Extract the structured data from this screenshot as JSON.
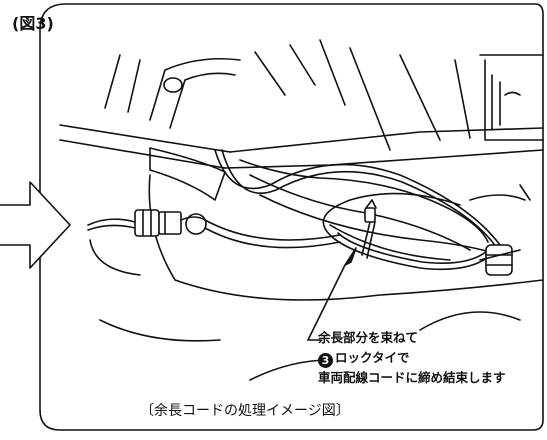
{
  "figure": {
    "label": "(図3)",
    "callout": {
      "line1": "余長部分を束ねて",
      "step_number": "3",
      "line2": "ロックタイで",
      "line3": "車両配線コードに締め結束します"
    },
    "caption": "〔余長コードの処理イメージ図〕"
  },
  "colors": {
    "line": "#111111",
    "background": "#ffffff"
  },
  "icons": {
    "pointer": "arrow-right-icon"
  }
}
